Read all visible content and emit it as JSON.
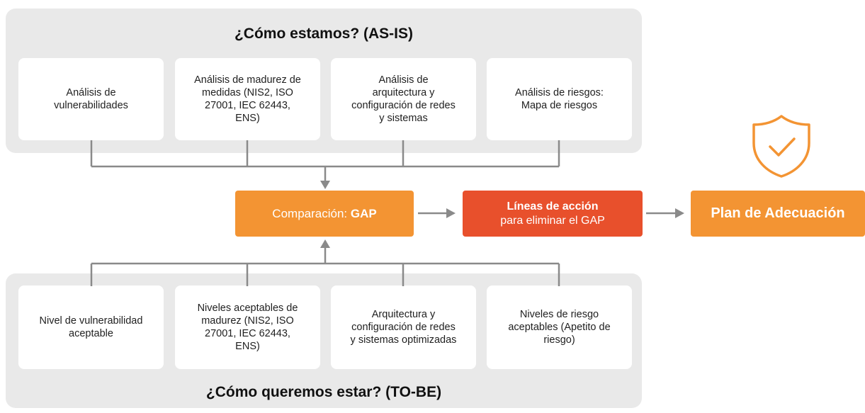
{
  "asis": {
    "title": "¿Cómo estamos? (AS-IS)",
    "cards": [
      [
        "Análisis de",
        "vulnerabilidades"
      ],
      [
        "Análisis de madurez de",
        "medidas (NIS2, ISO",
        "27001, IEC 62443,",
        "ENS)"
      ],
      [
        "Análisis de",
        "arquitectura y",
        "configuración de redes",
        "y sistemas"
      ],
      [
        "Análisis de riesgos:",
        "Mapa de riesgos"
      ]
    ]
  },
  "tobe": {
    "title": "¿Cómo queremos estar? (TO-BE)",
    "cards": [
      [
        "Nivel de vulnerabilidad",
        "aceptable"
      ],
      [
        "Niveles aceptables de",
        "madurez (NIS2, ISO",
        "27001, IEC 62443,",
        "ENS)"
      ],
      [
        "Arquitectura y",
        "configuración de redes",
        "y sistemas optimizadas"
      ],
      [
        "Niveles de riesgo",
        "aceptables (Apetito de",
        "riesgo)"
      ]
    ]
  },
  "gap": {
    "prefix": "Comparación: ",
    "bold": "GAP"
  },
  "lineas": {
    "line1": "Líneas de acción",
    "line2": "para eliminar el GAP"
  },
  "plan": {
    "label": "Plan de Adecuación"
  },
  "colors": {
    "orange": "#f39433",
    "red": "#e8502c",
    "panel": "#e9e9e9",
    "connector": "#8a8a8a"
  },
  "icons": {
    "shield": "shield-check-icon"
  }
}
